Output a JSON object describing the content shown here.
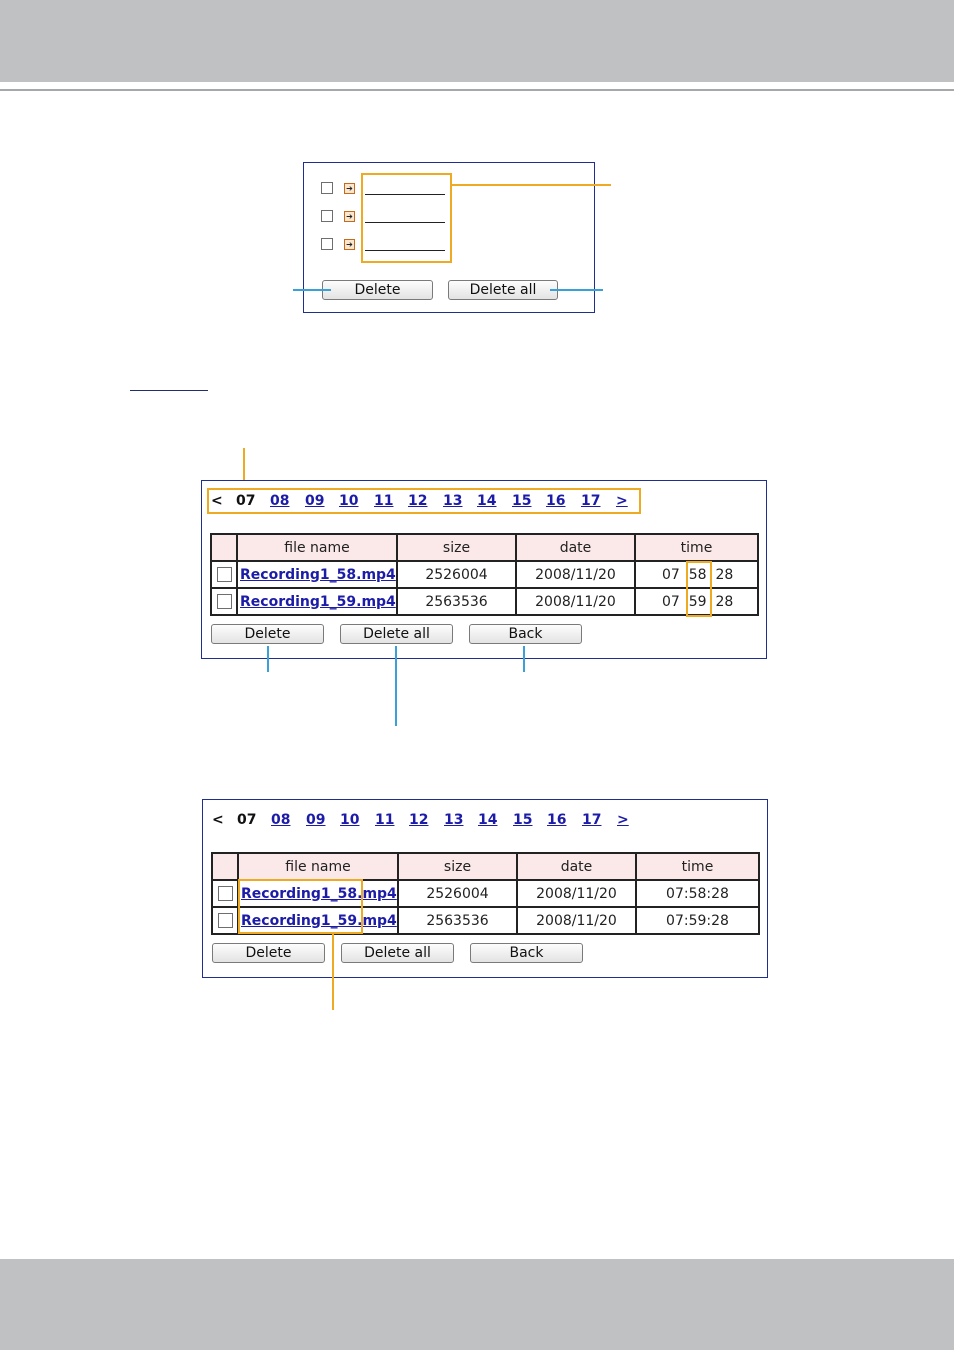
{
  "top_panel": {
    "delete_label": "Delete",
    "delete_all_label": "Delete all",
    "arrow_glyph": "➔"
  },
  "nav": {
    "prev": "<",
    "current": "07",
    "pages": [
      "08",
      "09",
      "10",
      "11",
      "12",
      "13",
      "14",
      "15",
      "16",
      "17"
    ],
    "next": ">"
  },
  "table": {
    "headers": [
      "file name",
      "size",
      "date",
      "time"
    ],
    "rows_split": [
      {
        "file": "Recording1_58.mp4",
        "size": "2526004",
        "date": "2008/11/20",
        "time_h": "07",
        "time_m": "58",
        "time_s": "28"
      },
      {
        "file": "Recording1_59.mp4",
        "size": "2563536",
        "date": "2008/11/20",
        "time_h": "07",
        "time_m": "59",
        "time_s": "28"
      }
    ],
    "rows_full": [
      {
        "file": "Recording1_58.mp4",
        "size": "2526004",
        "date": "2008/11/20",
        "time": "07:58:28"
      },
      {
        "file": "Recording1_59.mp4",
        "size": "2563536",
        "date": "2008/11/20",
        "time": "07:59:28"
      }
    ]
  },
  "buttons": {
    "delete": "Delete",
    "delete_all": "Delete all",
    "back": "Back"
  },
  "colors": {
    "header_gray": "#c0c1c3",
    "highlight_orange": "#eeaa22",
    "callout_blue": "#3aa0d8",
    "link_blue": "#1c1ca8"
  }
}
